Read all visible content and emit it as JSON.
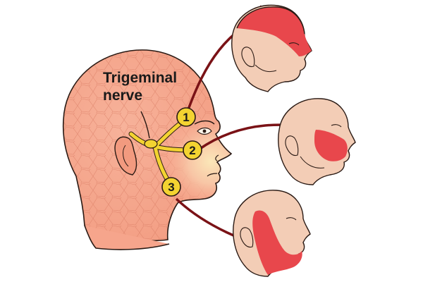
{
  "diagram": {
    "label_line1": "Trigeminal",
    "label_line2": "nerve",
    "branches": [
      {
        "number": "1"
      },
      {
        "number": "2"
      },
      {
        "number": "3"
      }
    ]
  },
  "colors": {
    "skin_main": "#f6a58c",
    "skin_light": "#fbd7c2",
    "skin_side": "#f3cdb6",
    "highlight": "#e8474c",
    "nerve": "#f3d331",
    "arrow": "#7a1216",
    "outline": "#2a1a14"
  },
  "icons": [
    "head-profile-illustration",
    "nerve-branch-marker",
    "curved-arrow"
  ]
}
